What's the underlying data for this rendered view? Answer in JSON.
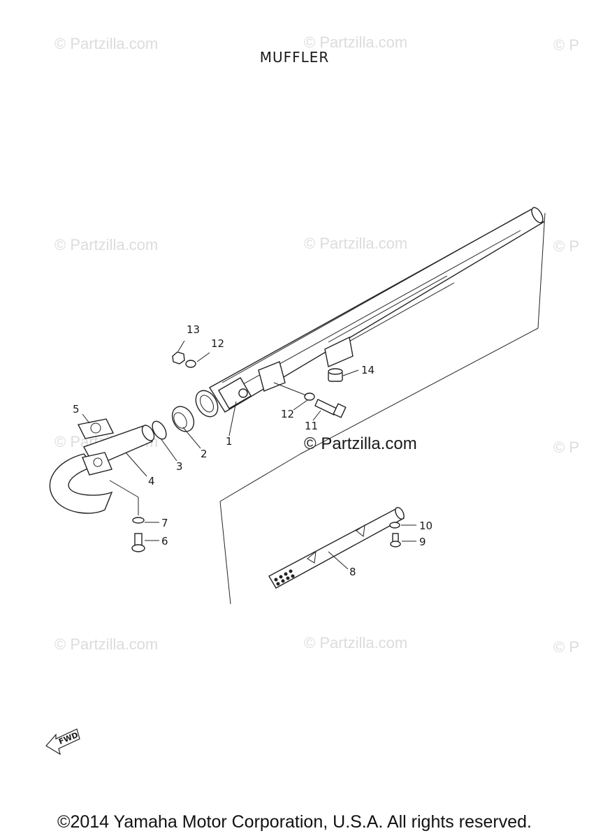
{
  "title": "MUFFLER",
  "watermark": "© Partzilla.com",
  "watermark_strong": "© Partzilla.com",
  "watermark_partial": "© P",
  "copyright": "©2014 Yamaha Motor Corporation, U.S.A. All rights reserved.",
  "fwd_label": "FWD",
  "callouts": [
    "1",
    "2",
    "3",
    "4",
    "5",
    "6",
    "7",
    "8",
    "9",
    "10",
    "11",
    "12",
    "12",
    "13",
    "14"
  ]
}
